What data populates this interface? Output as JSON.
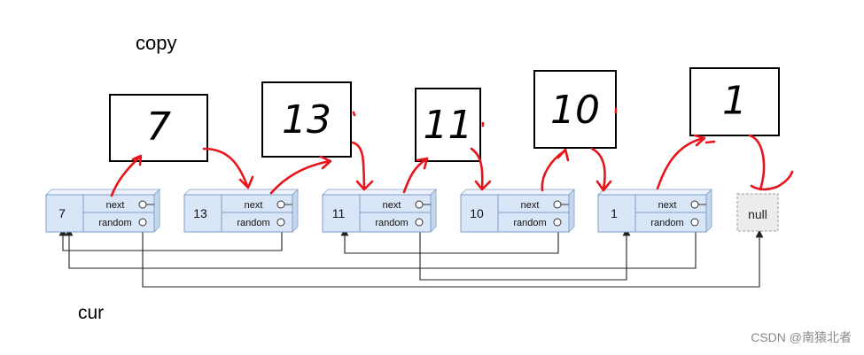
{
  "labels": {
    "copy": "copy",
    "cur": "cur",
    "watermark": "CSDN @南猿北者"
  },
  "copy_nodes": [
    "7",
    "13",
    "11",
    "10",
    "1"
  ],
  "original_nodes": [
    {
      "value": "7",
      "next_label": "next",
      "random_label": "random"
    },
    {
      "value": "13",
      "next_label": "next",
      "random_label": "random"
    },
    {
      "value": "11",
      "next_label": "next",
      "random_label": "random"
    },
    {
      "value": "10",
      "next_label": "next",
      "random_label": "random"
    },
    {
      "value": "1",
      "next_label": "next",
      "random_label": "random"
    }
  ],
  "null_node": "null",
  "random_links": [
    {
      "from": "13",
      "to": "7"
    },
    {
      "from": "11",
      "to": "1"
    },
    {
      "from": "10",
      "to": "11"
    },
    {
      "from": "1",
      "to": "7"
    }
  ],
  "colors": {
    "node_fill": "#d9e6f7",
    "node_border": "#7f9fc8",
    "handwriting": "#e8141b",
    "link_line": "#222222"
  }
}
